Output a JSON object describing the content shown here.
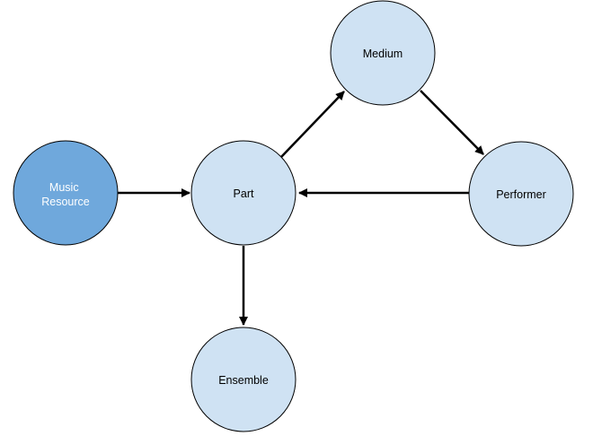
{
  "diagram": {
    "nodes": {
      "music_resource": {
        "lines": [
          "Music",
          "Resource"
        ],
        "fill": "#6fa8dc",
        "text_color": "#ffffff"
      },
      "part": {
        "lines": [
          "Part"
        ],
        "fill": "#cfe2f3",
        "text_color": "#000000"
      },
      "medium": {
        "lines": [
          "Medium"
        ],
        "fill": "#cfe2f3",
        "text_color": "#000000"
      },
      "performer": {
        "lines": [
          "Performer"
        ],
        "fill": "#cfe2f3",
        "text_color": "#000000"
      },
      "ensemble": {
        "lines": [
          "Ensemble"
        ],
        "fill": "#cfe2f3",
        "text_color": "#000000"
      }
    },
    "edges": [
      {
        "from": "music_resource",
        "to": "part"
      },
      {
        "from": "part",
        "to": "medium"
      },
      {
        "from": "medium",
        "to": "performer"
      },
      {
        "from": "performer",
        "to": "part"
      },
      {
        "from": "part",
        "to": "ensemble"
      }
    ],
    "colors": {
      "stroke": "#000000",
      "edge": "#000000"
    }
  }
}
